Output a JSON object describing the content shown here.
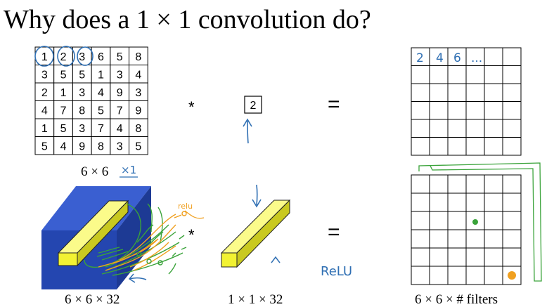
{
  "title": "Why does a 1 × 1 convolution do?",
  "input_matrix": [
    [
      "1",
      "2",
      "3",
      "6",
      "5",
      "8"
    ],
    [
      "3",
      "5",
      "5",
      "1",
      "3",
      "4"
    ],
    [
      "2",
      "1",
      "3",
      "4",
      "9",
      "3"
    ],
    [
      "4",
      "7",
      "8",
      "5",
      "7",
      "9"
    ],
    [
      "1",
      "5",
      "3",
      "7",
      "4",
      "8"
    ],
    [
      "5",
      "4",
      "9",
      "8",
      "3",
      "5"
    ]
  ],
  "circled_cells": [
    "0-0",
    "0-1",
    "0-2"
  ],
  "input_dim_label": "6 × 6",
  "input_scale_note": "×1",
  "operator_star": "*",
  "operator_equals": "=",
  "filter_value": "2",
  "output_values": [
    "2",
    "4",
    "6",
    "..."
  ],
  "volume_label": "6 × 6 × 32",
  "filter_volume_label": "1 × 1 × 32",
  "output_volume_label": "6 × 6 × # filters",
  "relu_label": "ReLU",
  "relu_small_label": "relu",
  "colors": {
    "pen_blue": "#2f6fb3",
    "pen_green": "#3aa33a",
    "pen_orange": "#f0a020",
    "cube_front": "#2446b0",
    "cube_top": "#3a5fd1",
    "cube_side": "#1d3a94",
    "rod_yellow": "#f2f232",
    "rod_top": "#fbfb8a",
    "rod_side": "#c9c920"
  }
}
